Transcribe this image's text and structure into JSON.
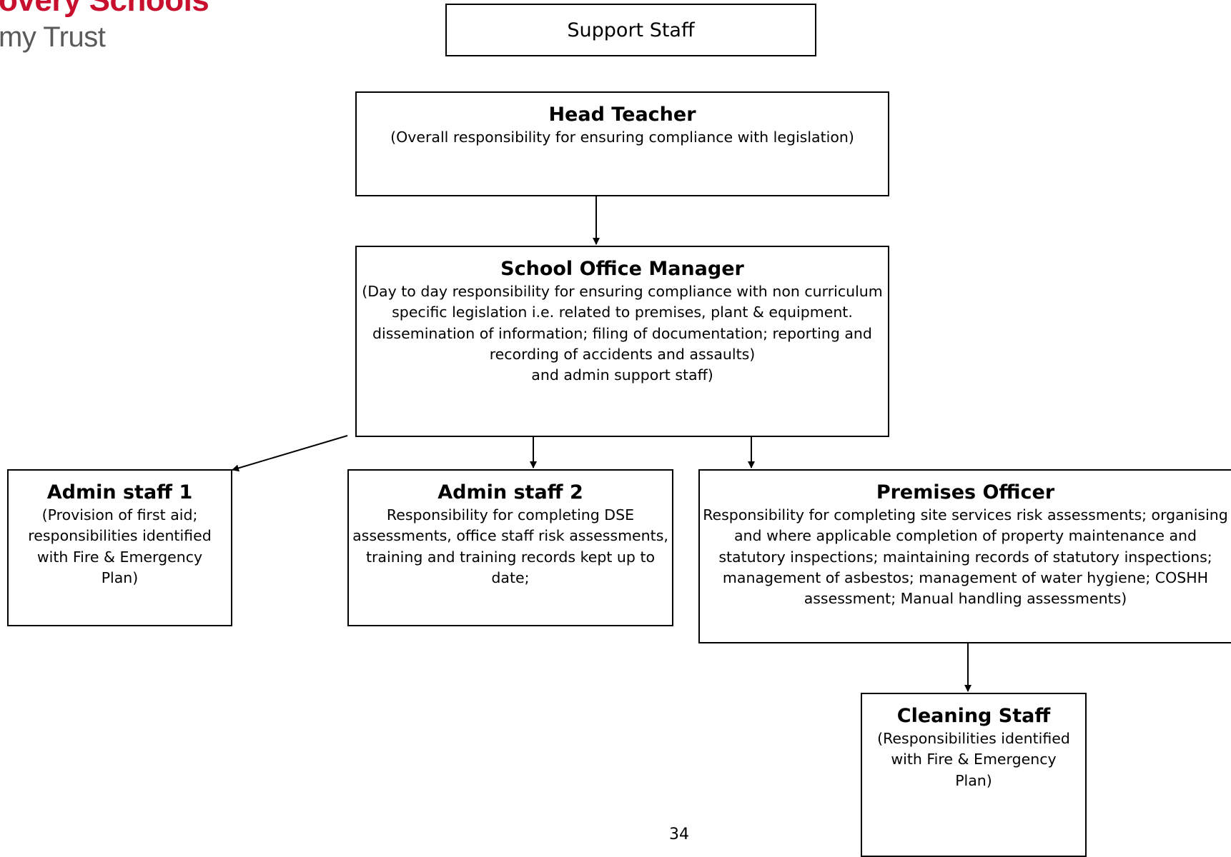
{
  "logo": {
    "line1": "overy Schools",
    "line2": "my Trust"
  },
  "colors": {
    "brand_red": "#c8102e",
    "logo_grey": "#5a5a5a",
    "border": "#000000"
  },
  "header": {
    "label": "Support Staff"
  },
  "nodes": {
    "head_teacher": {
      "title": "Head Teacher",
      "text": "(Overall responsibility for ensuring compliance with legislation)"
    },
    "school_office_manager": {
      "title": "School Office Manager",
      "text": "(Day to day responsibility for ensuring compliance with non curriculum\nspecific legislation i.e. related to premises, plant & equipment.\ndissemination of information; filing of documentation; reporting and\nrecording of accidents and assaults)\nand admin support staff)"
    },
    "admin_staff_1": {
      "title": "Admin staff 1",
      "text": "(Provision of first aid;\nresponsibilities identified\nwith Fire & Emergency\nPlan)"
    },
    "admin_staff_2": {
      "title": "Admin staff 2",
      "text": "Responsibility for completing DSE\nassessments, office staff risk assessments,\ntraining and training records kept up to\ndate;"
    },
    "premises_officer": {
      "title": "Premises Officer",
      "text": "Responsibility for completing site services risk assessments; organising\nand where applicable completion of property maintenance and\nstatutory inspections; maintaining records of statutory inspections;\nmanagement of asbestos; management of water hygiene; COSHH\nassessment; Manual handling assessments)"
    },
    "cleaning_staff": {
      "title": "Cleaning Staff",
      "text": "(Responsibilities identified\nwith Fire & Emergency\nPlan)"
    }
  },
  "footer": {
    "page_number": "34"
  }
}
